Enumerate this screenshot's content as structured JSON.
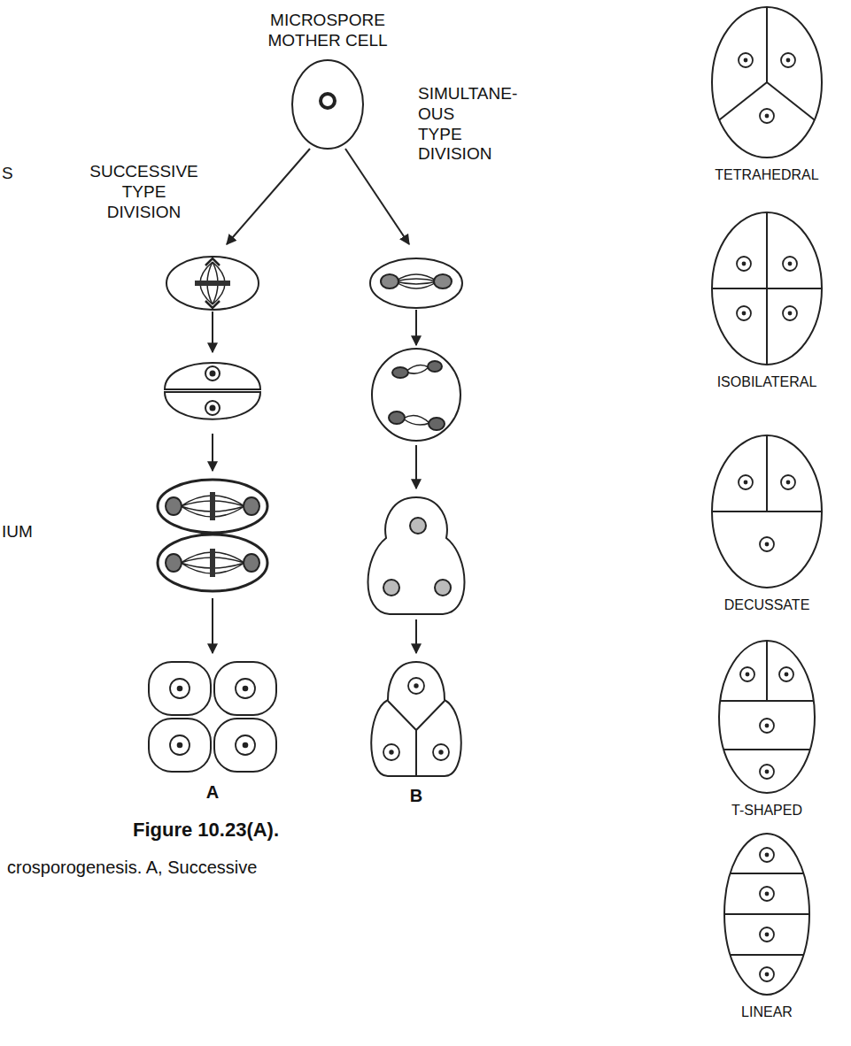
{
  "diagram": {
    "caption": "Figure 10.23(A).",
    "nodes": [
      {
        "text": [
          "MICROSPORE MOTHER CELL"
        ]
      },
      {
        "text": [
          "TETRAHEDRAL"
        ]
      },
      {
        "text": [
          "ISOBILATERAL"
        ]
      },
      {
        "text": [
          "DECUSSATE"
        ]
      },
      {
        "text": [
          "T-SHAPED"
        ]
      },
      {
        "text": [
          "LINEAR"
        ]
      },
      {
        "text": [
          "A"
        ]
      },
      {
        "text": [
          "B"
        ]
      }
    ],
    "labels": [
      "SUCCESSIVE TYPE DIVISION",
      "SIMULTANE- OUS TYPE DIVISION",
      "S",
      "IUM",
      "crosporogenesis. A, Successive"
    ]
  }
}
